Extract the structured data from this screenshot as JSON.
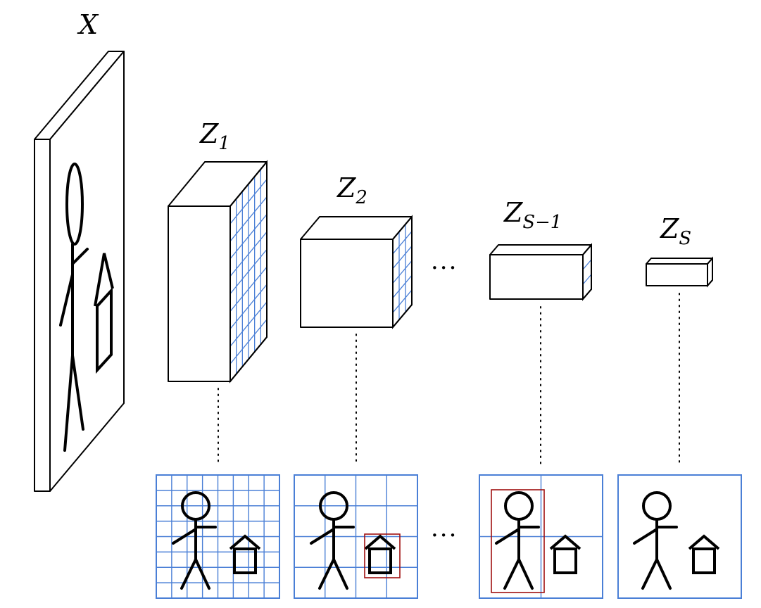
{
  "labels": {
    "input": {
      "base": "X",
      "sub": ""
    },
    "z1": {
      "base": "Z",
      "sub": "1"
    },
    "z2": {
      "base": "Z",
      "sub": "2"
    },
    "zs1": {
      "base": "Z",
      "sub": "S−1"
    },
    "zs": {
      "base": "Z",
      "sub": "S"
    }
  },
  "ellipsis": "···",
  "colors": {
    "stroke": "#000000",
    "grid": "#4a7fd6",
    "highlight": "#a01010",
    "connector": "#000000"
  },
  "grids": [
    {
      "name": "grid-z1",
      "divisions": 8
    },
    {
      "name": "grid-z2",
      "divisions": 4
    },
    {
      "name": "grid-zs1",
      "divisions": 2
    },
    {
      "name": "grid-zs",
      "divisions": 1
    }
  ]
}
